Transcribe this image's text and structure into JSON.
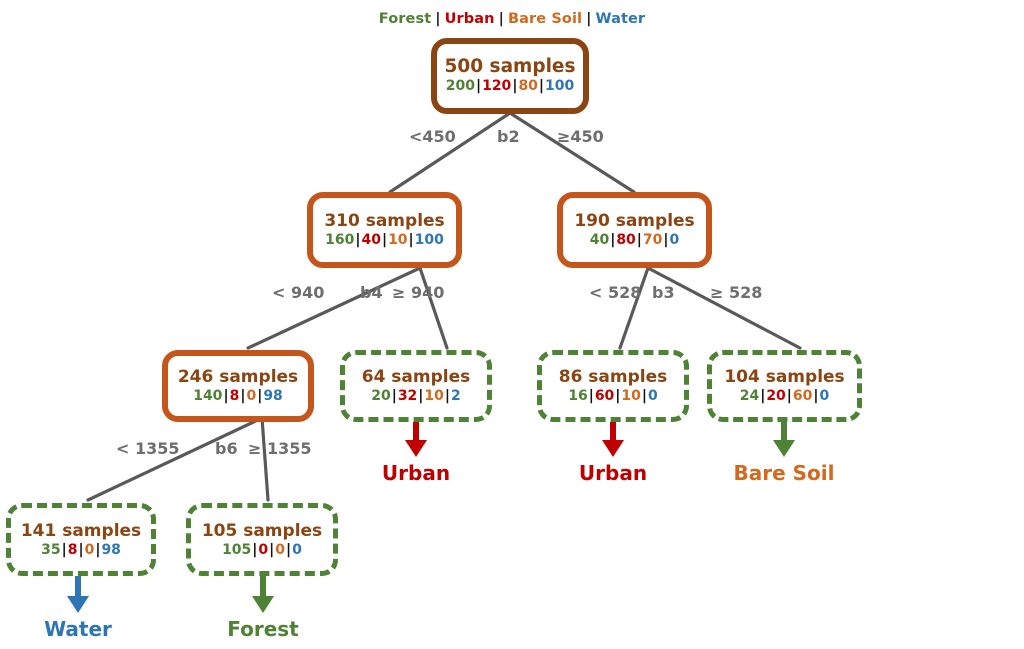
{
  "legend": {
    "separator": "|",
    "items": [
      {
        "label": "Forest",
        "color": "#4e8234"
      },
      {
        "label": "Urban",
        "color": "#c00000"
      },
      {
        "label": "Bare Soil",
        "color": "#d2691e"
      },
      {
        "label": "Water",
        "color": "#2e75b6"
      }
    ]
  },
  "colors": {
    "forest": "#4e8234",
    "urban": "#c00000",
    "bare_soil": "#d2691e",
    "water": "#2e75b6",
    "root_border": "#8a4513",
    "internal_border": "#c5561b",
    "leaf_border": "#4e8234",
    "node_text": "#8a4513",
    "edge_line": "#595959",
    "edge_label": "#6e6e6e"
  },
  "tree": {
    "nodes": [
      {
        "id": "root",
        "kind": "root",
        "title": "500 samples",
        "counts": [
          200,
          120,
          80,
          100
        ],
        "split_feature": "b2"
      },
      {
        "id": "n310",
        "kind": "internal",
        "title": "310 samples",
        "counts": [
          160,
          40,
          10,
          100
        ],
        "split_feature": "b4"
      },
      {
        "id": "n190",
        "kind": "internal",
        "title": "190 samples",
        "counts": [
          40,
          80,
          70,
          0
        ],
        "split_feature": "b3"
      },
      {
        "id": "n246",
        "kind": "internal",
        "title": "246 samples",
        "counts": [
          140,
          8,
          0,
          98
        ],
        "split_feature": "b6"
      },
      {
        "id": "n64",
        "kind": "leaf",
        "title": "64 samples",
        "counts": [
          20,
          32,
          10,
          2
        ],
        "class_label": "Urban",
        "class_color": "#c00000",
        "arrow_color": "#c00000"
      },
      {
        "id": "n86",
        "kind": "leaf",
        "title": "86 samples",
        "counts": [
          16,
          60,
          10,
          0
        ],
        "class_label": "Urban",
        "class_color": "#c00000",
        "arrow_color": "#c00000"
      },
      {
        "id": "n104",
        "kind": "leaf",
        "title": "104 samples",
        "counts": [
          24,
          20,
          60,
          0
        ],
        "class_label": "Bare Soil",
        "class_color": "#d2691e",
        "arrow_color": "#4e8234"
      },
      {
        "id": "n141",
        "kind": "leaf",
        "title": "141 samples",
        "counts": [
          35,
          8,
          0,
          98
        ],
        "class_label": "Water",
        "class_color": "#2e75b6",
        "arrow_color": "#2e75b6"
      },
      {
        "id": "n105",
        "kind": "leaf",
        "title": "105 samples",
        "counts": [
          105,
          0,
          0,
          0
        ],
        "class_label": "Forest",
        "class_color": "#4e8234",
        "arrow_color": "#4e8234"
      }
    ],
    "splits": [
      {
        "id": "s_b2",
        "feature": "b2",
        "left_label": "<450",
        "right_label": "≥450"
      },
      {
        "id": "s_b4",
        "feature": "b4",
        "left_label": "< 940",
        "right_label": "≥ 940"
      },
      {
        "id": "s_b3",
        "feature": "b3",
        "left_label": "< 528",
        "right_label": "≥ 528"
      },
      {
        "id": "s_b6",
        "feature": "b6",
        "left_label": "< 1355",
        "right_label": "≥ 1355"
      }
    ]
  }
}
